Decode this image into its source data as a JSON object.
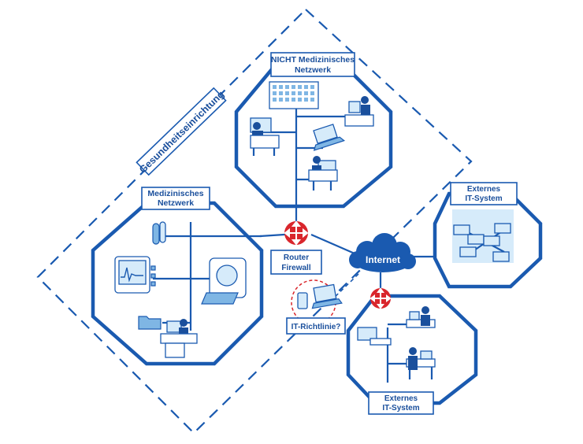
{
  "labels": {
    "gesundheit": "Gesundheitseinrichtung",
    "nicht_med_1": "NICHT Medizinisches",
    "nicht_med_2": "Netzwerk",
    "med_1": "Medizinisches",
    "med_2": "Netzwerk",
    "router_1": "Router",
    "router_2": "Firewall",
    "internet": "Internet",
    "ext_top_1": "Externes",
    "ext_top_2": "IT-System",
    "ext_bot_1": "Externes",
    "ext_bot_2": "IT-System",
    "it_richtlinie": "IT-Richtlinie?"
  },
  "colors": {
    "primary": "#1a5ab0",
    "accent": "#d9262c",
    "light": "#7fb6e4"
  }
}
